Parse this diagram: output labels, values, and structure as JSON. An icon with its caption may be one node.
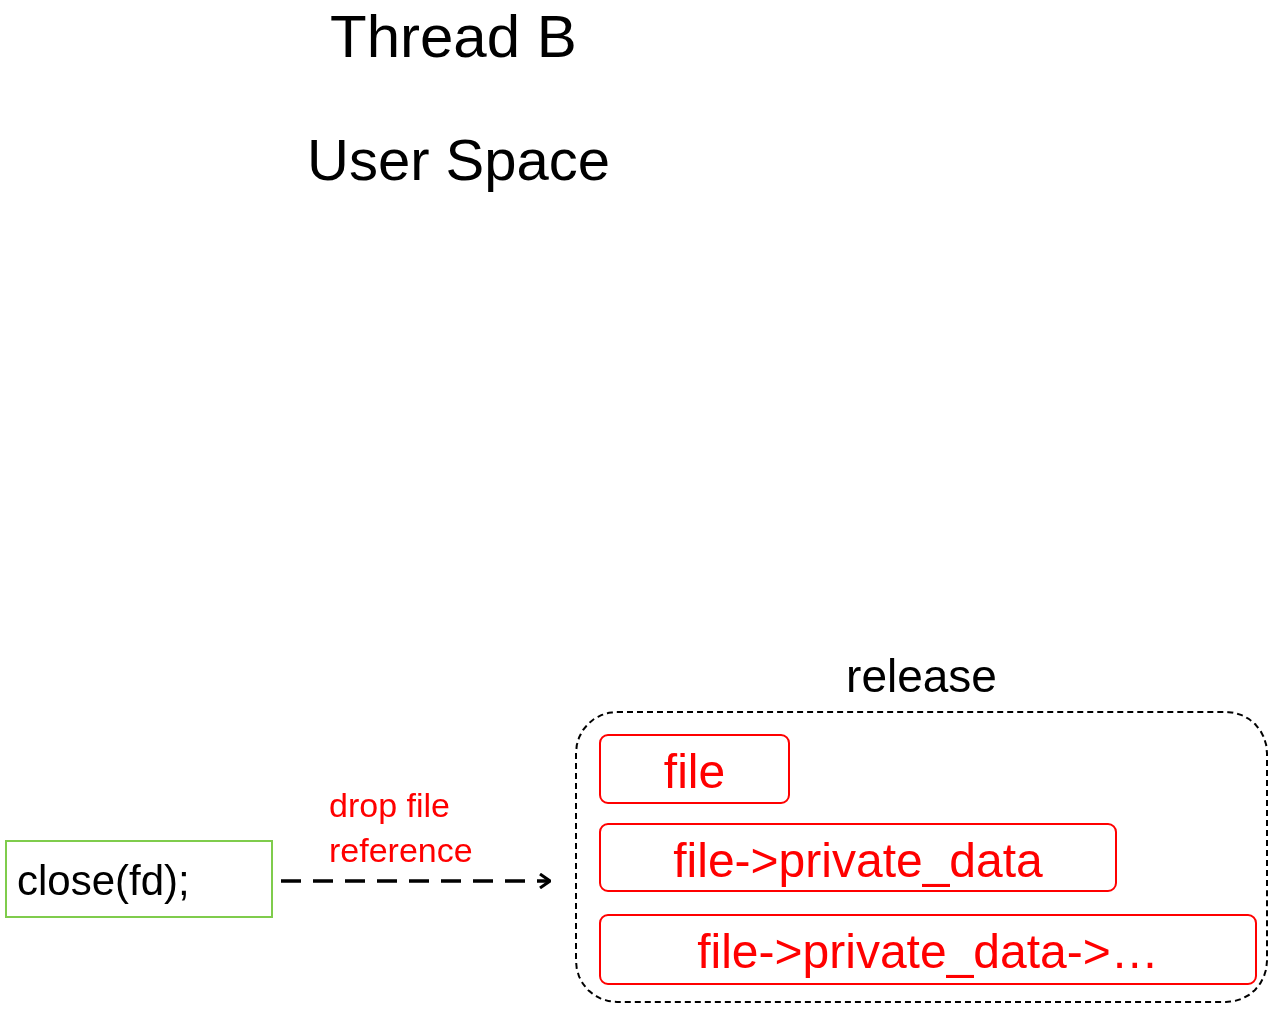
{
  "diagram": {
    "title": "Thread B",
    "nodes": [
      {
        "text": [
          "close(fd);"
        ]
      },
      {
        "text": [
          "release"
        ]
      },
      {
        "text": [
          "file"
        ],
        "in": 1
      },
      {
        "text": [
          "file->private_data"
        ],
        "in": 1
      },
      {
        "text": [
          "file->private_data->…"
        ],
        "in": 1
      }
    ],
    "edges": [
      {
        "from": 0,
        "to": 1,
        "arrow": "to",
        "label": "drop file reference",
        "style": "dashed"
      }
    ],
    "labels": [
      "User Space"
    ]
  }
}
